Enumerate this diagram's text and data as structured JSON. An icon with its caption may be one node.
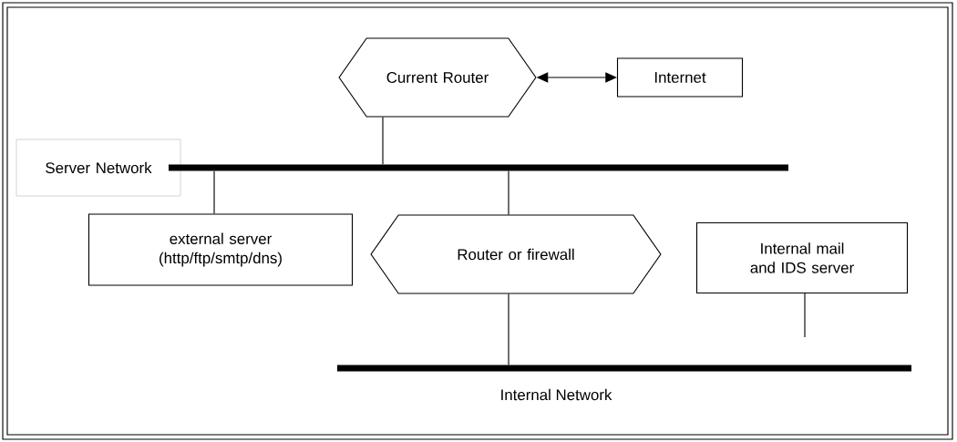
{
  "diagram": {
    "nodes": [
      {
        "text": [
          "Current Router"
        ]
      },
      {
        "text": [
          "Internet"
        ]
      },
      {
        "text": [
          "Server Network"
        ]
      },
      {
        "text": [],
        "shape": "bar"
      },
      {
        "text": [
          "external server (http/ftp/smtp/dns)"
        ]
      },
      {
        "text": [
          "Router or firewall"
        ]
      },
      {
        "text": [
          "Internal mail and IDS server"
        ]
      },
      {
        "text": [],
        "shape": "bar",
        "beside": [
          "Internal Network"
        ]
      }
    ],
    "edges": [
      {
        "from": 0,
        "to": 1,
        "arrow": "both"
      },
      {
        "from": 0,
        "to": 3,
        "arrow": "none"
      },
      {
        "from": 3,
        "to": 4,
        "arrow": "none"
      },
      {
        "from": 3,
        "to": 5,
        "arrow": "none"
      },
      {
        "from": 5,
        "to": 7,
        "arrow": "none"
      },
      {
        "from": 6,
        "to": null,
        "arrow": "none"
      }
    ]
  }
}
